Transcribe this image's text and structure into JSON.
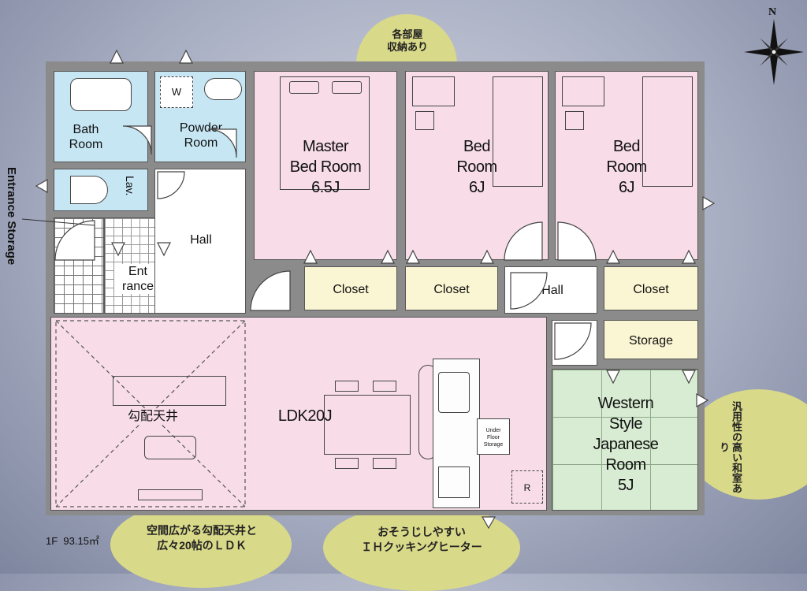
{
  "callouts": {
    "storage_top": "各部屋\n収納あり",
    "japanese_room": "汎用性の高い和室あり",
    "ceiling": "空間広がる勾配天井と\n広々20帖のＬＤＫ",
    "kitchen": "おそうじしやすい\nＩＨクッキングヒーター"
  },
  "compass": {
    "north": "N"
  },
  "side_label": "Entrance Storage",
  "floor_info": "1F  93.15㎡",
  "rooms": {
    "bath": "Bath\nRoom",
    "washer": "W",
    "powder": "Powder\nRoom",
    "lav": "Lav.",
    "entrance": "Ent\nrance",
    "hall_left": "Hall",
    "master": "Master\nBed Room\n6.5J",
    "bed1": "Bed\nRoom\n6J",
    "bed2": "Bed\nRoom\n6J",
    "closet_master": "Closet",
    "closet_bed1": "Closet",
    "closet_bed2": "Closet",
    "hall_center": "Hall",
    "storage": "Storage",
    "ldk": "LDK20J",
    "ceiling": "勾配天井",
    "under_floor": "Under\nFloor\nStorage",
    "fridge": "R",
    "japanese": "Western\nStyle\nJapanese\nRoom\n5J"
  },
  "colors": {
    "bedroom": "#f8dde8",
    "wet_area": "#c6e6f4",
    "closet": "#faf5d2",
    "tatami": "#d7ecd2",
    "callout": "#d9d98a",
    "wall": "#8b8b8b"
  }
}
